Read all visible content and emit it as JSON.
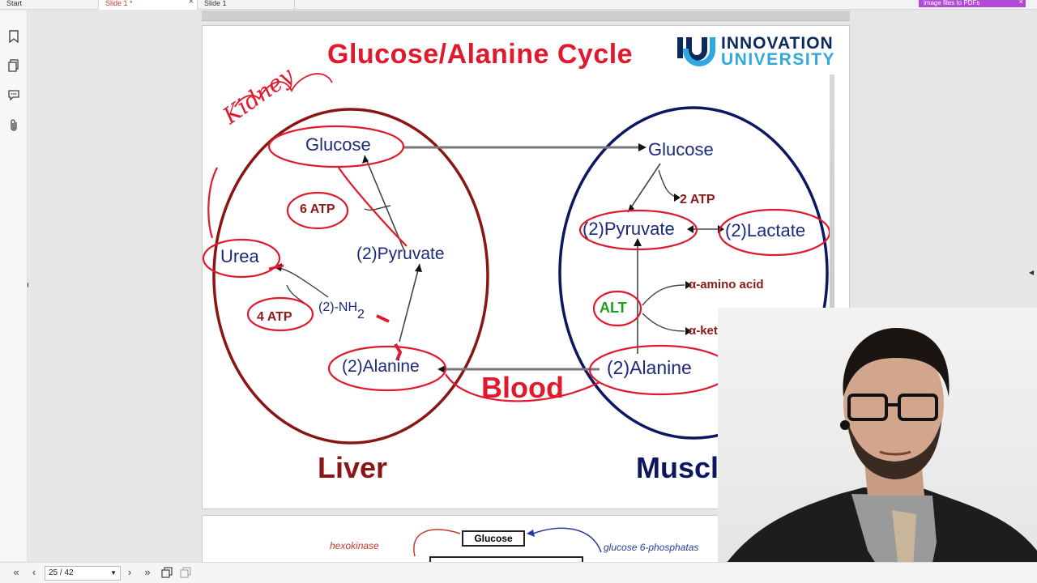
{
  "tabs": [
    {
      "label": "Start"
    },
    {
      "label": "Slide 1 *"
    },
    {
      "label": "Slide 1"
    }
  ],
  "promo": {
    "label": "image files to PDFs"
  },
  "slide": {
    "title": "Glucose/Alanine Cycle",
    "logo_line1": "INNOVATION",
    "logo_line2": "UNIVERSITY",
    "liver": {
      "label": "Liver",
      "glucose": "Glucose",
      "atp6": "6 ATP",
      "urea": "Urea",
      "pyruvate": "(2)Pyruvate",
      "atp4": "4 ATP",
      "nh2": "(2)-NH",
      "nh2_sub": "2",
      "alanine": "(2)Alanine"
    },
    "blood": "Blood",
    "muscle": {
      "label": "Muscle",
      "glucose": "Glucose",
      "atp2": "2 ATP",
      "pyruvate": "(2)Pyruvate",
      "lactate": "(2)Lactate",
      "alt": "ALT",
      "amino_acid": "α-amino acid",
      "keto_acid": "α-keto acid",
      "alanine": "(2)Alanine"
    },
    "handwriting": "Kidney"
  },
  "next_page": {
    "hexokinase": "hexokinase",
    "glucose": "Glucose",
    "g6p": "glucose 6-phosphatas"
  },
  "toolbar": {
    "page_indicator": "25 / 42"
  },
  "colors": {
    "title_red": "#e0192d",
    "liver_maroon": "#8b1414",
    "muscle_navy": "#0b1760",
    "annotation_red": "#e0192d",
    "promo_purple": "#b04ad6"
  }
}
